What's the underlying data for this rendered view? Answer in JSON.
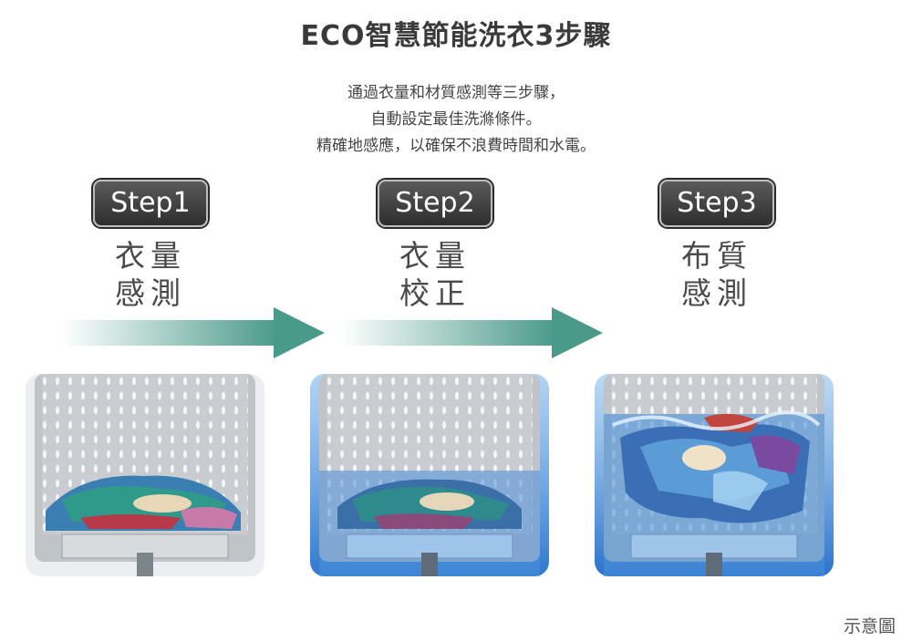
{
  "title": "ECO智慧節能洗衣3步驟",
  "description": [
    "通過衣量和材質感測等三步驟，",
    "自動設定最佳洗滌條件。",
    "精確地感應，以確保不浪費時間和水電。"
  ],
  "steps": [
    {
      "badge": "Step1",
      "line1": "衣量",
      "line2": "感測",
      "water_level": 0
    },
    {
      "badge": "Step2",
      "line1": "衣量",
      "line2": "校正",
      "water_level": 0.5
    },
    {
      "badge": "Step3",
      "line1": "布質",
      "line2": "感測",
      "water_level": 0.75
    }
  ],
  "footnote": "示意圖",
  "colors": {
    "arrow": "#4a9a8a",
    "water": "#4a8fd8",
    "badge": "#3c3c3c"
  }
}
